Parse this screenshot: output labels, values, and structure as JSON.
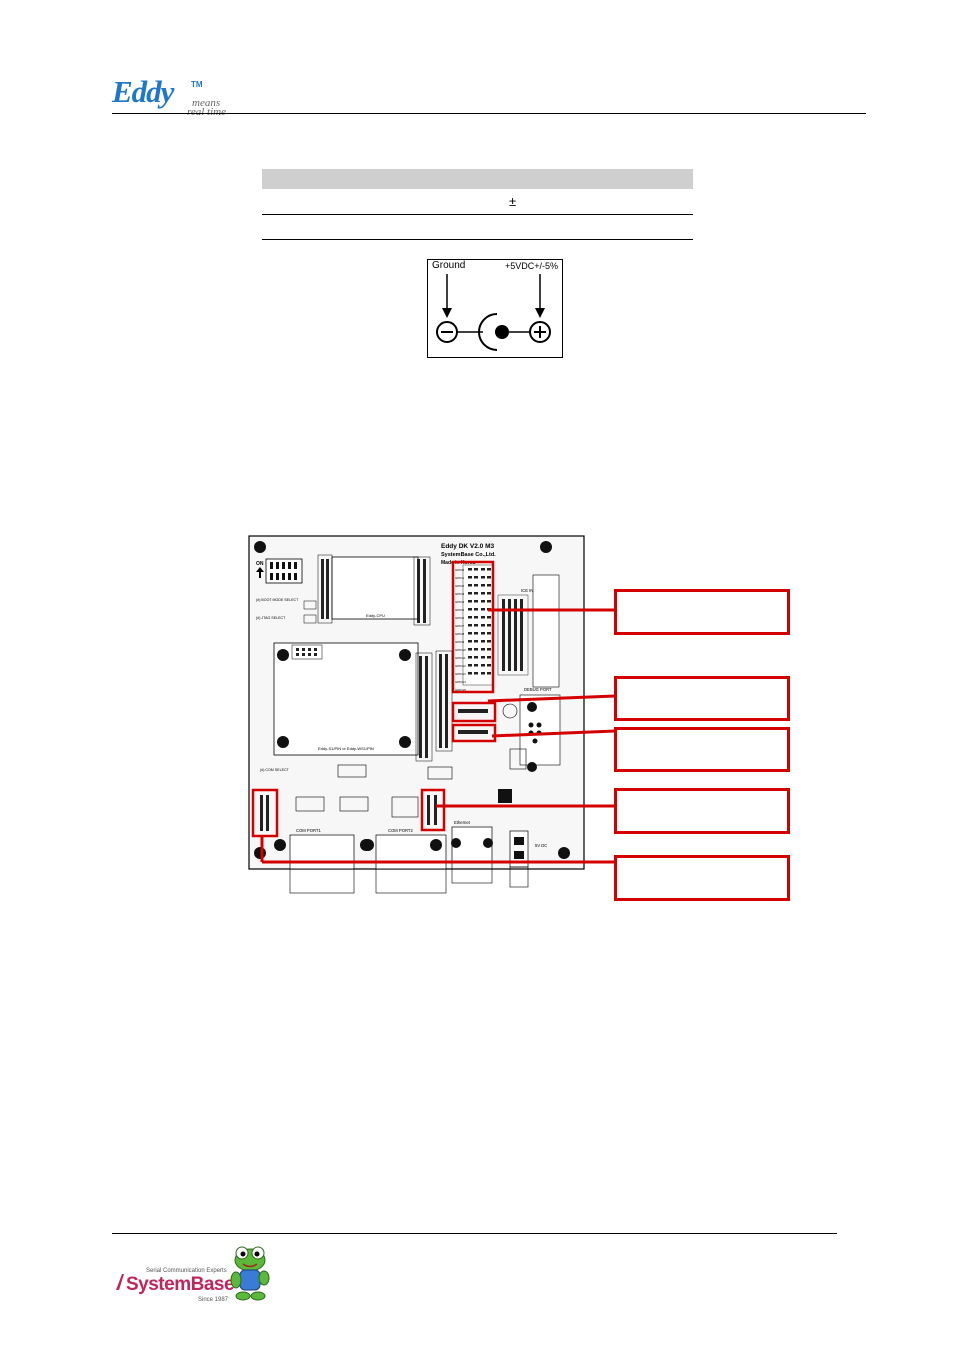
{
  "header": {
    "logo_word": "Eddy",
    "logo_tm": "TM",
    "tagline_line1": "means",
    "tagline_line2": "real time"
  },
  "spec_table": {
    "plus_minus_symbol": "±"
  },
  "polarity_diagram": {
    "ground_label": "Ground",
    "positive_label": "+5VDC+/-5%"
  },
  "board": {
    "title_line1": "Eddy DK V2.0 M3",
    "title_line2": "SystemBase Co.,Ltd.",
    "title_line3": "Made in Korea",
    "on_label": "ON",
    "ice_interface": "ICE INTERFACE",
    "debug_port": "DEBUG PORT",
    "eddy_cpu": "Eddy-CPU",
    "module_label": "Eddy-S1/PIN or Eddy-WS1/PIN",
    "com_port1": "COM PORT1",
    "com_port2": "COM PORT2",
    "ethernet": "Ethernet",
    "power_jack": "5V DC",
    "boot_mode_note": "(#) BOOT MODE SELECT",
    "jtag_note": "(#) JTAG SELECT",
    "com_select_note": "(#) COM SELECT",
    "gpio_labels": [
      "GPIO0",
      "GPIO1",
      "GPIO2",
      "GPIO3",
      "GPIO4",
      "GPIO5",
      "GPIO6",
      "GPIO7",
      "GPIO8",
      "GPIO9",
      "GPIO10",
      "GPIO11",
      "GPIO12",
      "GPIO13",
      "GPIO14",
      "GPIO15"
    ]
  },
  "callouts": [
    {
      "label": ""
    },
    {
      "label": ""
    },
    {
      "label": ""
    },
    {
      "label": ""
    },
    {
      "label": ""
    }
  ],
  "footer": {
    "brand": "SystemBase",
    "tagline": "Serial Communication Experts",
    "since": "Since 1987"
  },
  "colors": {
    "logo_blue": "#1f77c9",
    "callout_red": "#d40000",
    "brand_magenta": "#c2255c",
    "frog_green": "#5cb83a"
  }
}
